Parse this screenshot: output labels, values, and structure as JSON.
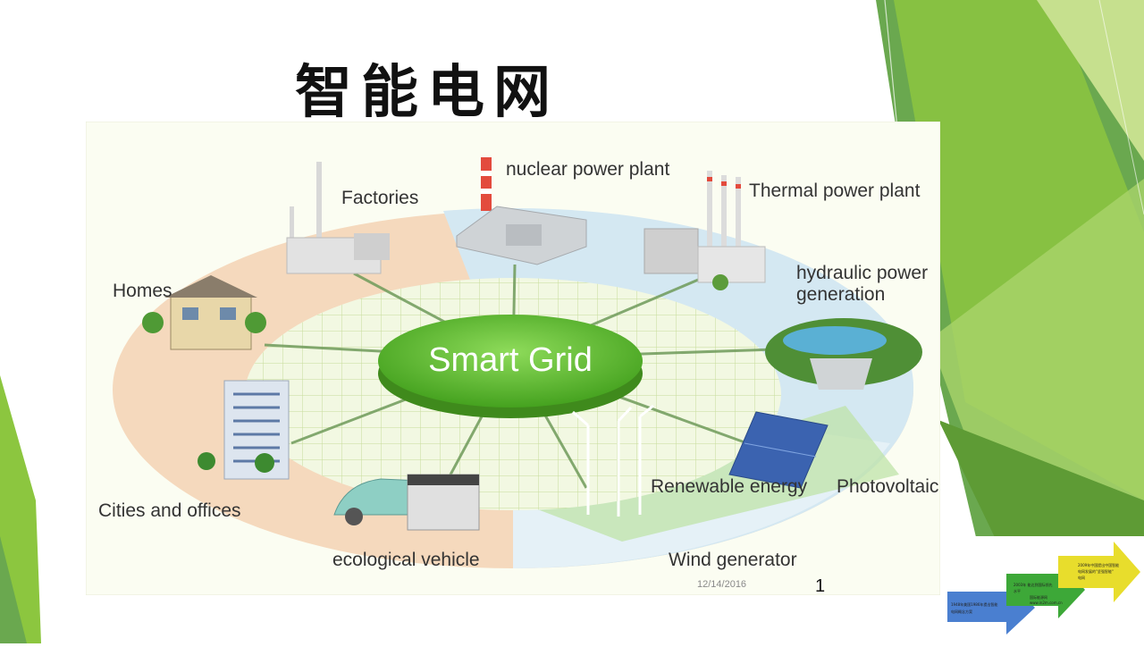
{
  "slide": {
    "title": "智能电网",
    "date": "12/14/2016",
    "page_number": "1"
  },
  "diagram": {
    "center": "Smart Grid",
    "nodes": [
      {
        "key": "factories",
        "label": "Factories"
      },
      {
        "key": "nuclear",
        "label": "nuclear power plant"
      },
      {
        "key": "thermal",
        "label": "Thermal power plant"
      },
      {
        "key": "hydraulic",
        "label": [
          "hydraulic power",
          "generation"
        ]
      },
      {
        "key": "photovoltaic",
        "label": "Photovoltaic"
      },
      {
        "key": "renewable",
        "label": "Renewable energy"
      },
      {
        "key": "wind",
        "label": "Wind generator"
      },
      {
        "key": "vehicle",
        "label": "ecological vehicle"
      },
      {
        "key": "cities",
        "label": "Cities and offices"
      },
      {
        "key": "homes",
        "label": "Homes"
      }
    ]
  },
  "logo": {
    "arrow1_text": [
      "1948年美国1986年提出智能",
      "电网概念方案"
    ],
    "arrow2_text": [
      "2003年 能达到国际领先",
      "水平",
      "国际能源网"
    ],
    "arrow2_url": "www.in2m.com.cn",
    "arrow3_text": [
      "2009年中国提出中国智能",
      "电网发展的\"坚强智能\"",
      "电网"
    ]
  },
  "colors": {
    "accent_green": "#8cc63f",
    "dark_green": "#4e8a2a",
    "center_green": "#5cb531",
    "ring_light_blue": "#d4e8f2",
    "ring_peach": "#f5d9bd"
  }
}
